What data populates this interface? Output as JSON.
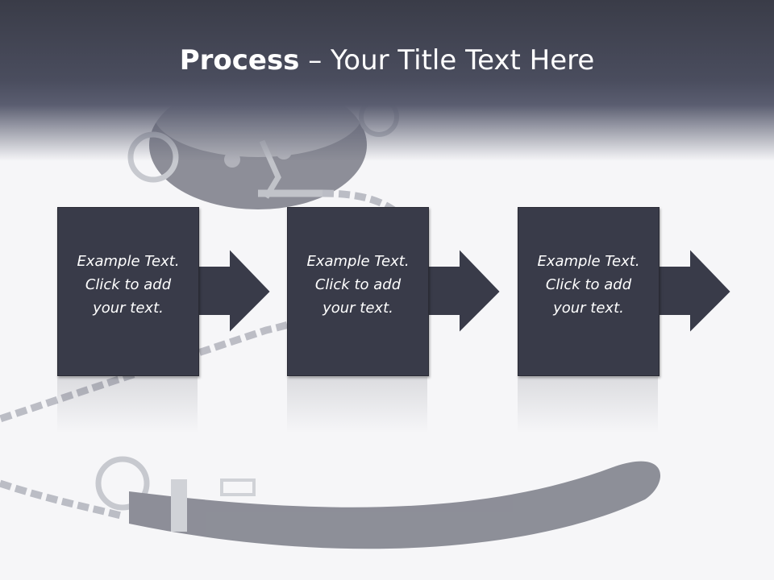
{
  "title": {
    "bold": "Process",
    "rest": " – Your Title Text Here"
  },
  "steps": [
    {
      "lines": [
        "Example Text.",
        "Click  to add",
        "your text."
      ]
    },
    {
      "lines": [
        "Example Text.",
        "Click  to add",
        "your text."
      ]
    },
    {
      "lines": [
        "Example Text.",
        "Click  to add",
        "your text."
      ]
    }
  ],
  "colors": {
    "header": "#3a3c48",
    "box": "#393b49",
    "background": "#f6f6f8",
    "text": "#ffffff"
  },
  "background_image": "leash-collar-image"
}
